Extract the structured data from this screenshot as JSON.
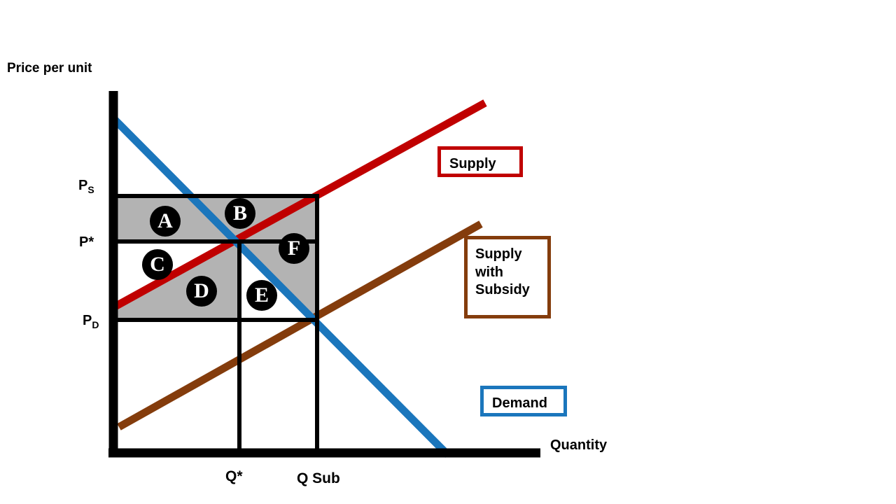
{
  "axes": {
    "y_label": "Price per unit",
    "x_label": "Quantity"
  },
  "price_labels": [
    {
      "name": "price-supply",
      "base": "P",
      "sub": "S"
    },
    {
      "name": "price-equilibrium",
      "base": "P*",
      "sub": ""
    },
    {
      "name": "price-demand",
      "base": "P",
      "sub": "D"
    }
  ],
  "price_text": {
    "ps_base": "P",
    "ps_sub": "S",
    "pstar": "P*",
    "pd_base": "P",
    "pd_sub": "D"
  },
  "quantity_labels": {
    "q_star": "Q*",
    "q_sub": "Q Sub"
  },
  "legends": {
    "supply": "Supply",
    "supply_with_subsidy": "Supply\nwith\nSubsidy",
    "supply_with_subsidy_line1": "Supply",
    "supply_with_subsidy_line2": "with",
    "supply_with_subsidy_line3": "Subsidy",
    "demand": "Demand"
  },
  "regions": [
    {
      "id": "A",
      "label": "A"
    },
    {
      "id": "B",
      "label": "B"
    },
    {
      "id": "C",
      "label": "C"
    },
    {
      "id": "D",
      "label": "D"
    },
    {
      "id": "E",
      "label": "E"
    },
    {
      "id": "F",
      "label": "F"
    }
  ],
  "region_labels": {
    "a": "A",
    "b": "B",
    "c": "C",
    "d": "D",
    "e": "E",
    "f": "F"
  },
  "colors": {
    "supply": "#C00000",
    "demand": "#1B76BC",
    "supply_with_subsidy": "#843C0C",
    "axis": "#000000",
    "shade": "#B3B3B3",
    "circle": "#000000",
    "circle_text": "#FFFFFF"
  },
  "chart_data": {
    "type": "line",
    "title": "",
    "xlabel": "Quantity",
    "ylabel": "Price per unit",
    "series": [
      {
        "name": "Supply",
        "color": "#C00000",
        "points": [
          [
            166,
            437
          ],
          [
            693,
            147
          ]
        ]
      },
      {
        "name": "Demand",
        "color": "#1B76BC",
        "points": [
          [
            160,
            167
          ],
          [
            640,
            650
          ]
        ]
      },
      {
        "name": "Supply with Subsidy",
        "color": "#843C0C",
        "points": [
          [
            170,
            610
          ],
          [
            687,
            320
          ]
        ]
      }
    ],
    "price_levels": {
      "P_S": 280,
      "P_star": 345,
      "P_D": 457
    },
    "quantity_levels": {
      "Q_star": 342,
      "Q_Sub": 453
    },
    "shaded_regions": [
      "A",
      "B",
      "C",
      "D",
      "F"
    ],
    "unshaded_regions": [
      "E"
    ],
    "grid": false,
    "legend_position": "right"
  }
}
